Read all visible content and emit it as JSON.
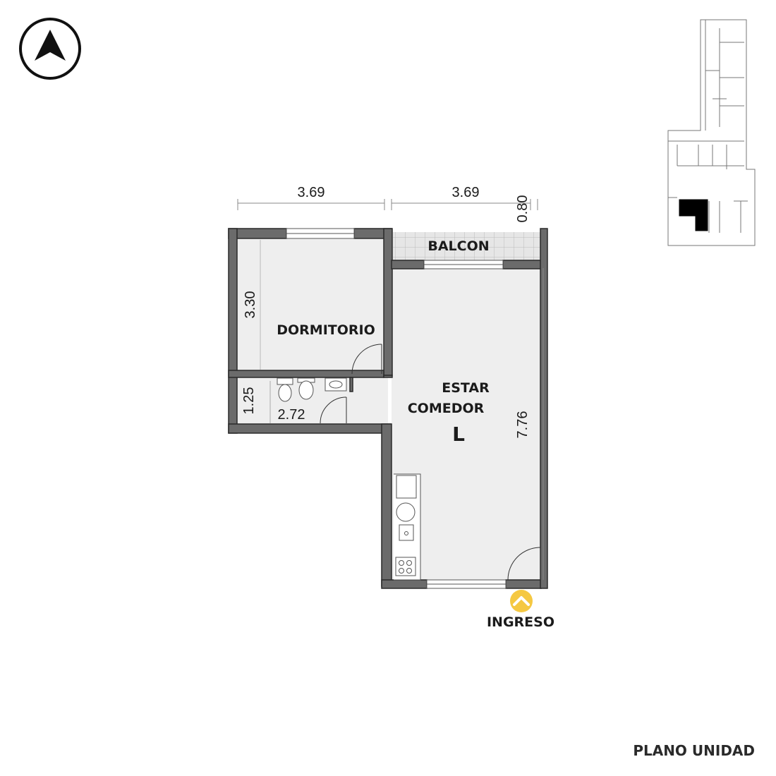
{
  "rooms": {
    "dormitorio": "DORMITORIO",
    "balcon": "BALCON",
    "estar_line1": "ESTAR",
    "estar_line2": "COMEDOR",
    "unit_type": "L"
  },
  "dimensions": {
    "top_left": "3.69",
    "top_right": "3.69",
    "balcony_depth": "0.80",
    "dormitorio_depth": "3.30",
    "bath_depth": "1.25",
    "bath_width": "2.72",
    "living_length": "7.76"
  },
  "entrance": {
    "label": "INGRESO",
    "badge_color": "#f5c842"
  },
  "footer": {
    "title": "PLANO UNIDAD"
  },
  "icons": {
    "north": "north-arrow-icon",
    "entrance": "chevron-up-icon"
  },
  "colors": {
    "wall": "#6b6b6b",
    "wall_edge": "#2b2b2b",
    "floor": "#eeeeee",
    "highlight": "#000000"
  }
}
